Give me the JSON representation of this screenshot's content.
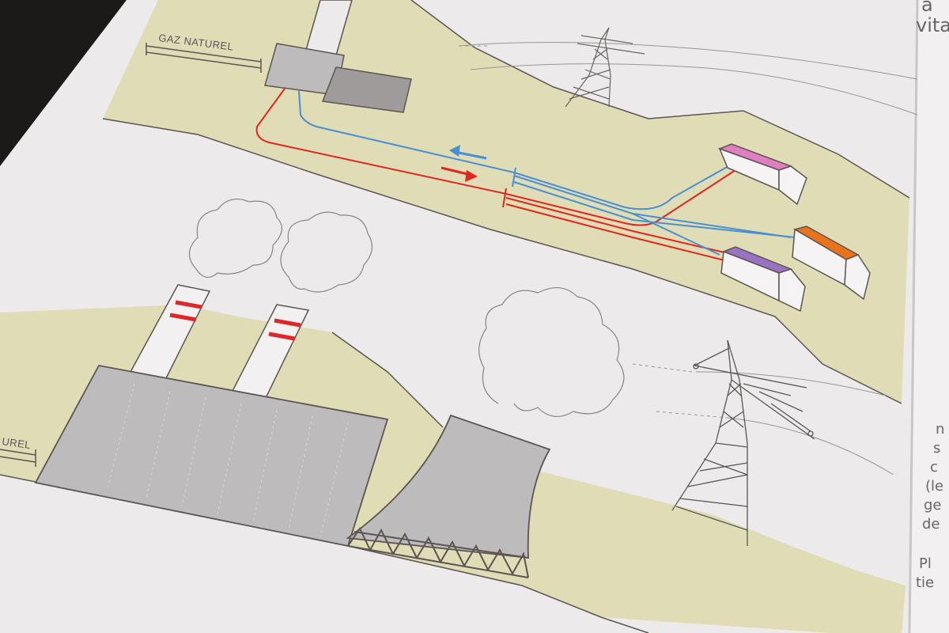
{
  "illustration": {
    "top_panel": {
      "pipe_label": "GAZ NATUREL"
    },
    "bottom_panel": {
      "pipe_label": "UREL"
    }
  },
  "right_page": {
    "heading_fragments": [
      "a",
      "vitab"
    ],
    "text_fragments": [
      "n",
      "s",
      "c",
      "(le",
      "ge",
      "de",
      "Pl",
      "tie"
    ]
  },
  "colors": {
    "page": "#eceaea",
    "hill": "#dfdcb6",
    "concrete": "#bdbbbb",
    "concrete_dark": "#9e9b9a",
    "outline": "#5c5553",
    "hot_pipe": "#e0261f",
    "cold_pipe": "#4a8fd0",
    "roof_pink": "#e07fc0",
    "roof_orange": "#e9721d",
    "roof_purple": "#9a72c4",
    "chimney_stripe": "#e0262a"
  }
}
